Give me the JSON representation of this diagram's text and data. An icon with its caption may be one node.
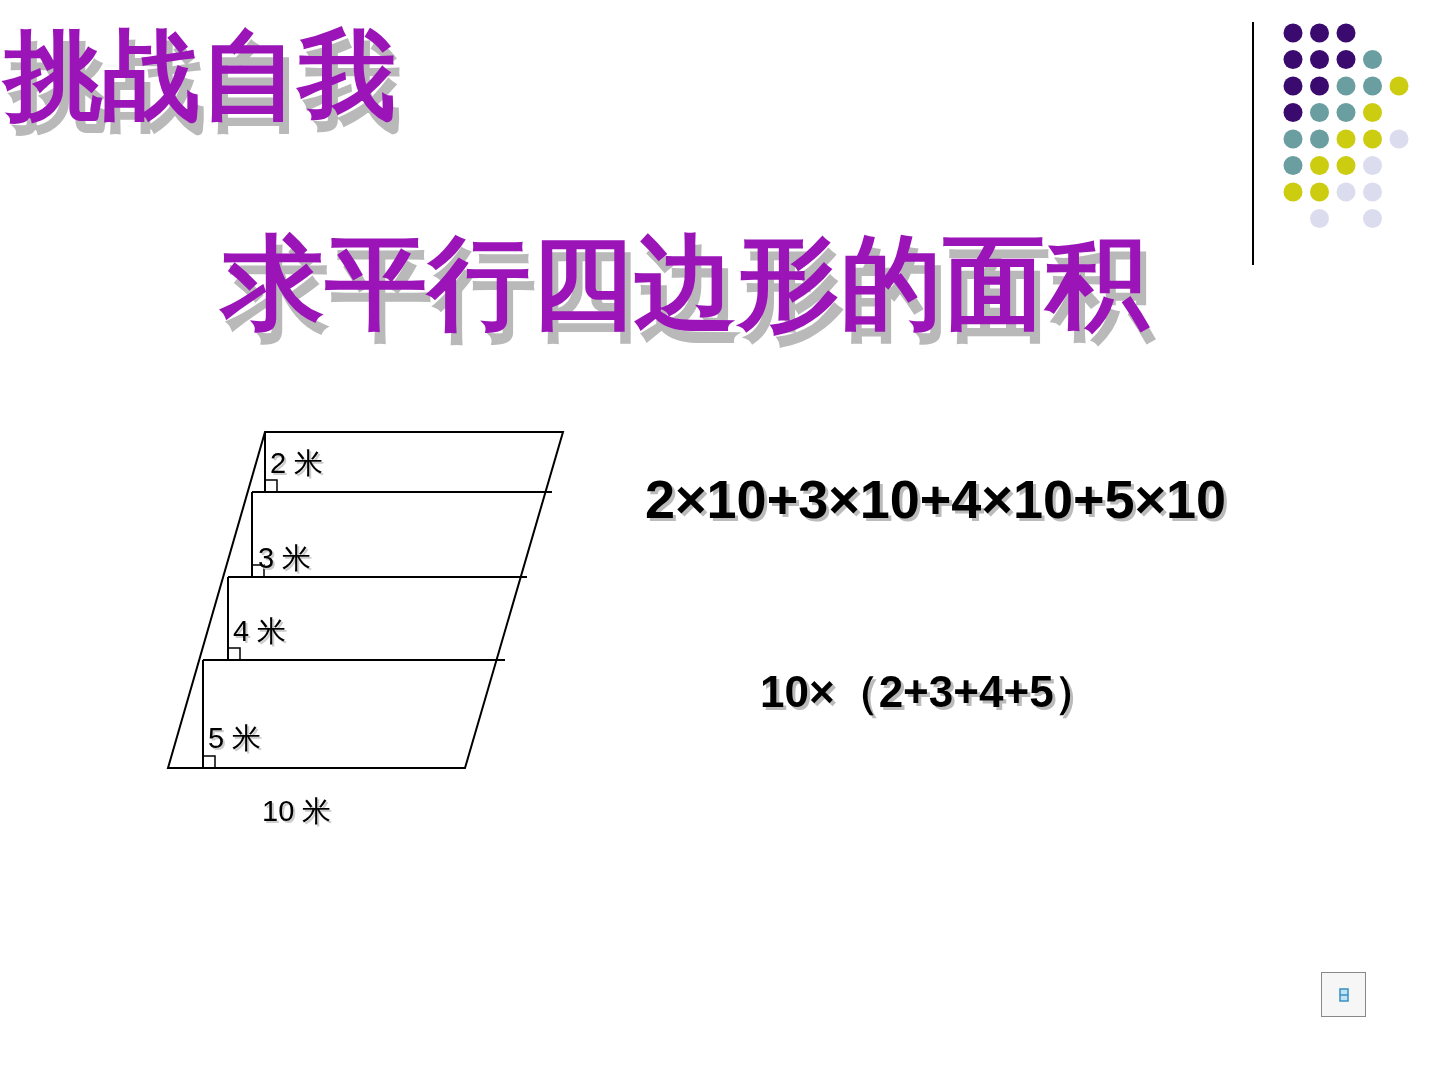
{
  "diagram": {
    "title": "求平行四边形的面积",
    "labels": [
      "挑战自我",
      "2 米",
      "3 米",
      "4 米",
      "5 米",
      "10 米",
      "2×10+3×10+4×10+5×10",
      "10×（2+3+4+5）"
    ]
  }
}
